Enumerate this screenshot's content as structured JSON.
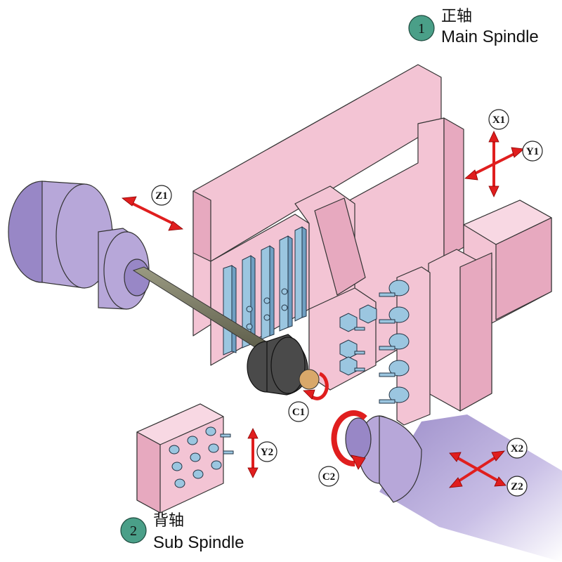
{
  "labels": {
    "main": {
      "num": "1",
      "cn": "正轴",
      "en": "Main Spindle"
    },
    "sub": {
      "num": "2",
      "cn": "背轴",
      "en": "Sub Spindle"
    }
  },
  "axes": {
    "x1": "X1",
    "y1": "Y1",
    "z1": "Z1",
    "c1": "C1",
    "y2": "Y2",
    "c2": "C2",
    "x2": "X2",
    "z2": "Z2"
  },
  "colors": {
    "frame": "#f3c4d4",
    "tool": "#9bc6e0",
    "spindle": "#b7a7d9",
    "chuck": "#4a4a4a",
    "arrow": "#e01e1e",
    "badge": "#4a9f88"
  }
}
